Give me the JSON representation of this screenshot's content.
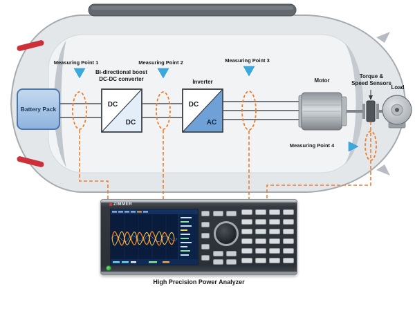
{
  "diagram": {
    "components": {
      "battery": {
        "label": "Battery Pack"
      },
      "dcdc_converter": {
        "title_line1": "Bi-directional boost",
        "title_line2": "DC-DC converter",
        "input_label": "DC",
        "output_label": "DC"
      },
      "inverter": {
        "title": "Inverter",
        "input_label": "DC",
        "output_label": "AC"
      },
      "motor": {
        "label": "Motor"
      },
      "torque_speed_sensors": {
        "label_line1": "Torque &",
        "label_line2": "Speed Sensors"
      },
      "load": {
        "label": "Load"
      }
    },
    "measuring_points": [
      {
        "label": "Measuring Point 1"
      },
      {
        "label": "Measuring Point 2"
      },
      {
        "label": "Measuring Point 3"
      },
      {
        "label": "Measuring Point 4"
      }
    ]
  },
  "analyzer": {
    "brand": "ZIMMER",
    "caption": "High Precision Power Analyzer"
  },
  "colors": {
    "measuring_accent": "#ee7c2d",
    "marker_blue": "#3aa9dd",
    "inverter_ac_fill": "#6fa0d6",
    "battery_fill": "#a9c7e8",
    "taillight_red": "#cd3038"
  }
}
